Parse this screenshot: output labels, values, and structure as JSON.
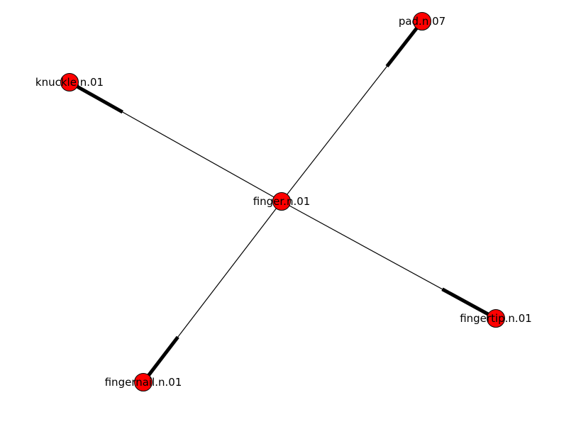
{
  "graph": {
    "node_color": "#ff0000",
    "node_stroke": "#000000",
    "edge_color": "#000000",
    "nodes": [
      {
        "id": "finger",
        "label": "finger.n.01"
      },
      {
        "id": "pad",
        "label": "pad.n.07"
      },
      {
        "id": "knuckle",
        "label": "knuckle.n.01"
      },
      {
        "id": "fingertip",
        "label": "fingertip.n.01"
      },
      {
        "id": "fingernail",
        "label": "fingernail.n.01"
      }
    ],
    "edges": [
      {
        "source": "finger",
        "target": "pad",
        "directed": true
      },
      {
        "source": "finger",
        "target": "knuckle",
        "directed": true
      },
      {
        "source": "finger",
        "target": "fingertip",
        "directed": true
      },
      {
        "source": "finger",
        "target": "fingernail",
        "directed": true
      }
    ]
  }
}
